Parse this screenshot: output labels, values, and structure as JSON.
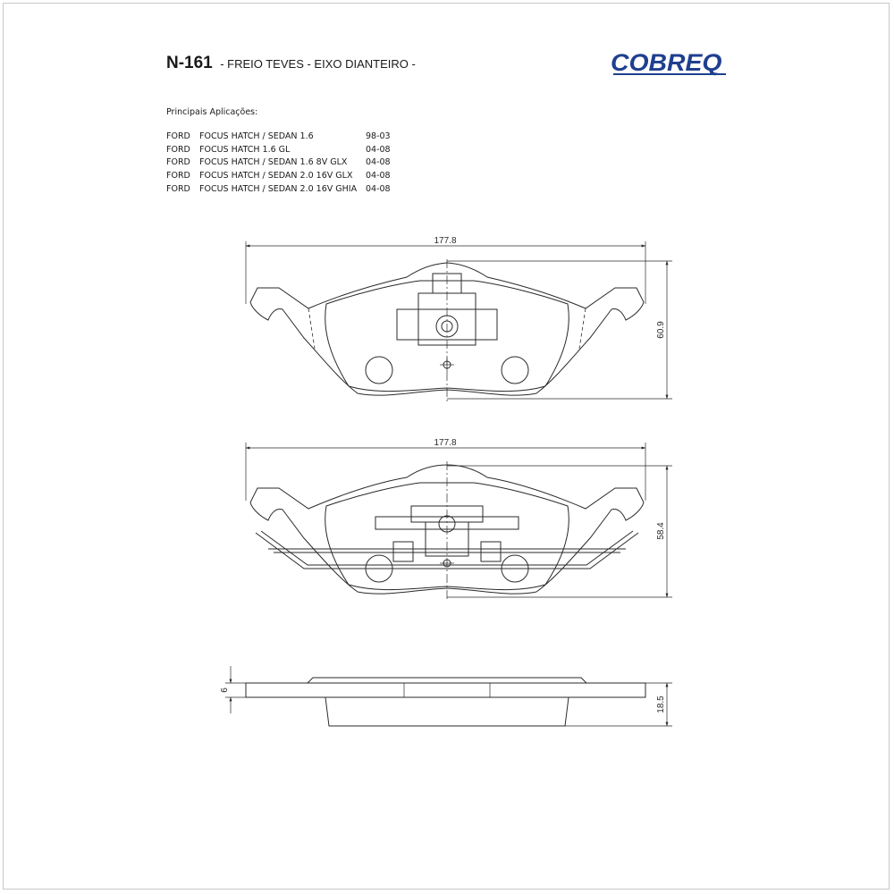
{
  "header": {
    "code": "N-161",
    "title": "- FREIO TEVES - EIXO DIANTEIRO -"
  },
  "brand": {
    "logo_text": "COBREQ",
    "color": "#1f3f8f"
  },
  "applications": {
    "heading": "Principais Aplicações:",
    "rows": [
      {
        "make": "FORD",
        "model": "FOCUS HATCH / SEDAN 1.6",
        "years": "98-03"
      },
      {
        "make": "FORD",
        "model": "FOCUS HATCH 1.6 GL",
        "years": "04-08"
      },
      {
        "make": "FORD",
        "model": "FOCUS HATCH / SEDAN 1.6 8V GLX",
        "years": "04-08"
      },
      {
        "make": "FORD",
        "model": "FOCUS HATCH / SEDAN 2.0 16V GLX",
        "years": "04-08"
      },
      {
        "make": "FORD",
        "model": "FOCUS HATCH / SEDAN 2.0 16V GHIA",
        "years": "04-08"
      }
    ]
  },
  "dimensions": {
    "view1_width": "177.8",
    "view1_height": "60.9",
    "view2_width": "177.8",
    "view2_height": "58.4",
    "side_backplate": "6",
    "side_total": "18.5"
  }
}
